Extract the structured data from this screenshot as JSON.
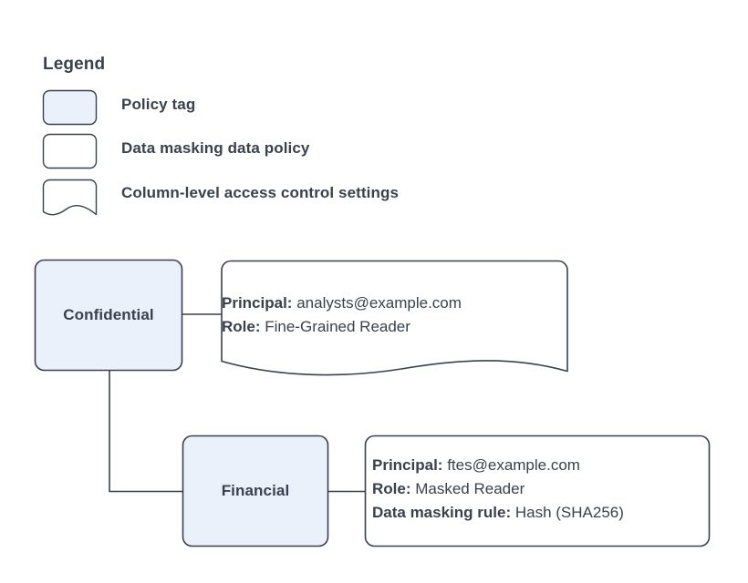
{
  "diagram": {
    "legend": {
      "title": "Legend",
      "items": [
        {
          "swatch": "rounded-rect-filled",
          "label": "Policy tag"
        },
        {
          "swatch": "rounded-rect-outline",
          "label": "Data masking data policy"
        },
        {
          "swatch": "wavy-bottom-note",
          "label": "Column-level access control settings"
        }
      ]
    },
    "nodes": [
      {
        "id": "confidential",
        "label": "Confidential",
        "shape": "policy-tag"
      },
      {
        "id": "financial",
        "label": "Financial",
        "shape": "policy-tag"
      }
    ],
    "detail_boxes": [
      {
        "id": "confidential-access-settings",
        "shape": "wavy-bottom-note",
        "rows": [
          {
            "key": "Principal:",
            "value": "analysts@example.com"
          },
          {
            "key": "Role:",
            "value": "Fine-Grained Reader"
          }
        ]
      },
      {
        "id": "financial-masking-policy",
        "shape": "rounded-rect-outline",
        "rows": [
          {
            "key": "Principal:",
            "value": "ftes@example.com"
          },
          {
            "key": "Role:",
            "value": "Masked Reader"
          },
          {
            "key": "Data masking rule:",
            "value": "Hash (SHA256)"
          }
        ]
      }
    ],
    "connectors": [
      {
        "id": "confidential-to-access-settings",
        "from": "confidential",
        "to": "confidential-access-settings"
      },
      {
        "id": "confidential-to-financial",
        "from": "confidential",
        "to": "financial"
      },
      {
        "id": "financial-to-masking-policy",
        "from": "financial",
        "to": "financial-masking-policy"
      }
    ],
    "colors": {
      "node_fill": "#eaf1fb",
      "box_fill": "#ffffff",
      "stroke": "#39414f",
      "text": "#39414f",
      "background": "#ffffff"
    }
  }
}
